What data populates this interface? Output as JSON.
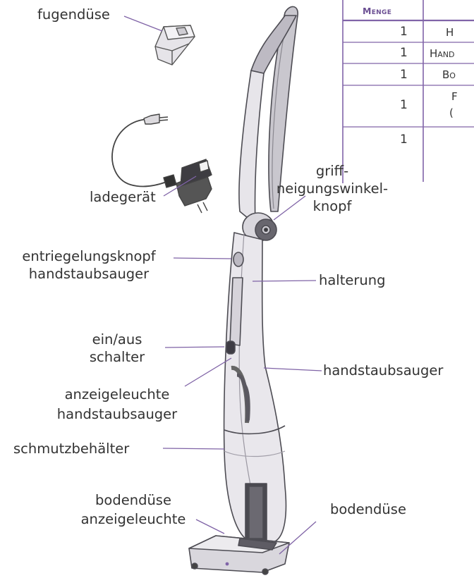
{
  "colors": {
    "accent": "#8064a8",
    "line": "#7f63a6",
    "body": "#e8e6ea",
    "dark": "#5a5860"
  },
  "parts_table": {
    "header_qty": "Menge",
    "rows": [
      {
        "qty": "1",
        "item": "H"
      },
      {
        "qty": "1",
        "item": "Hand"
      },
      {
        "qty": "1",
        "item": "Bo"
      },
      {
        "qty": "1",
        "item": "F",
        "item2": "("
      },
      {
        "qty": "1",
        "item": ""
      }
    ]
  },
  "labels": {
    "fugenduese": "fugendüse",
    "ladegeraet": "ladegerät",
    "griff_1": "griff-",
    "griff_2": "neigungswinkel-",
    "griff_3": "knopf",
    "entriegelung_1": "entriegelungsknopf",
    "entriegelung_2": "handstaubsauger",
    "halterung": "halterung",
    "einaus_1": "ein/aus",
    "einaus_2": "schalter",
    "handstaubsauger": "handstaubsauger",
    "anzeige_hand_1": "anzeigeleuchte",
    "anzeige_hand_2": "handstaubsauger",
    "schmutzbehaelter": "schmutzbehälter",
    "bodenduese_anz_1": "bodendüse",
    "bodenduese_anz_2": "anzeigeleuchte",
    "bodenduese": "bodendüse"
  }
}
